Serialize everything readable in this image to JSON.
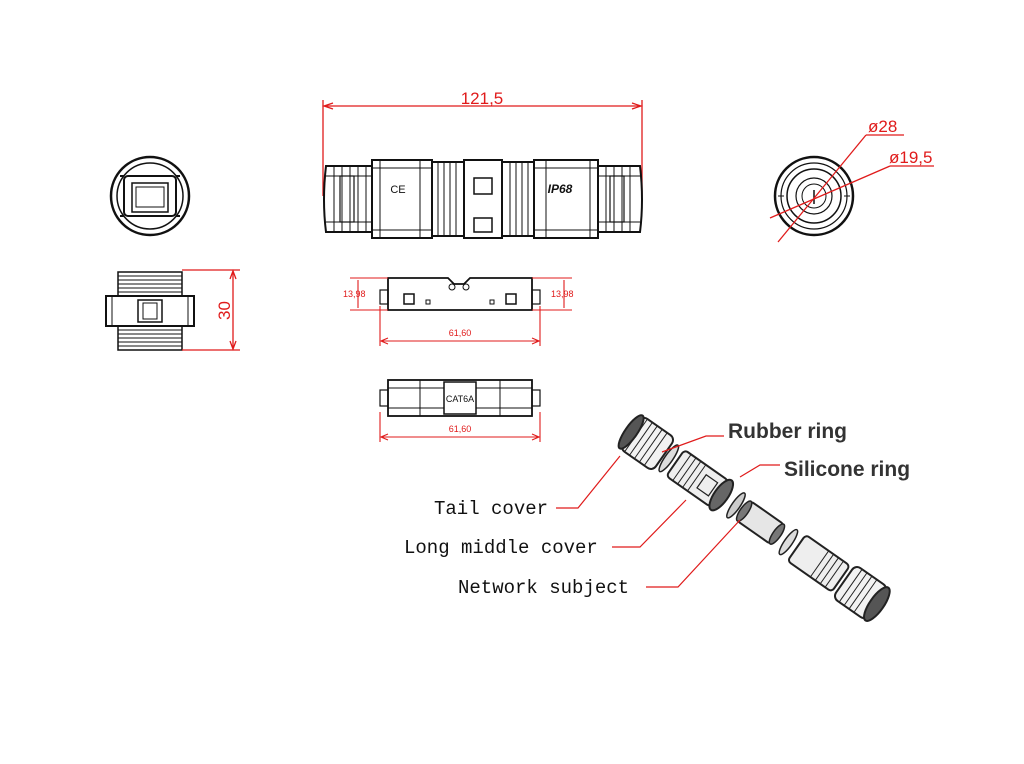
{
  "dimensions": {
    "length": "121,5",
    "outer_diameter": "ø28",
    "inner_diameter": "ø19,5",
    "height": "30",
    "left_offset": "13,98",
    "right_offset": "13,98",
    "module_length_1": "61,60",
    "module_length_2": "61,60"
  },
  "markings": {
    "ce": "CE",
    "ip_rating": "IP68",
    "module_label": "CAT6A"
  },
  "parts": {
    "rubber_ring": "Rubber ring",
    "silicone_ring": "Silicone ring",
    "tail_cover": "Tail cover",
    "long_middle_cover": "Long middle cover",
    "network_subject": "Network subject"
  },
  "colors": {
    "dimension": "#e01b1b",
    "outline": "#111111"
  }
}
